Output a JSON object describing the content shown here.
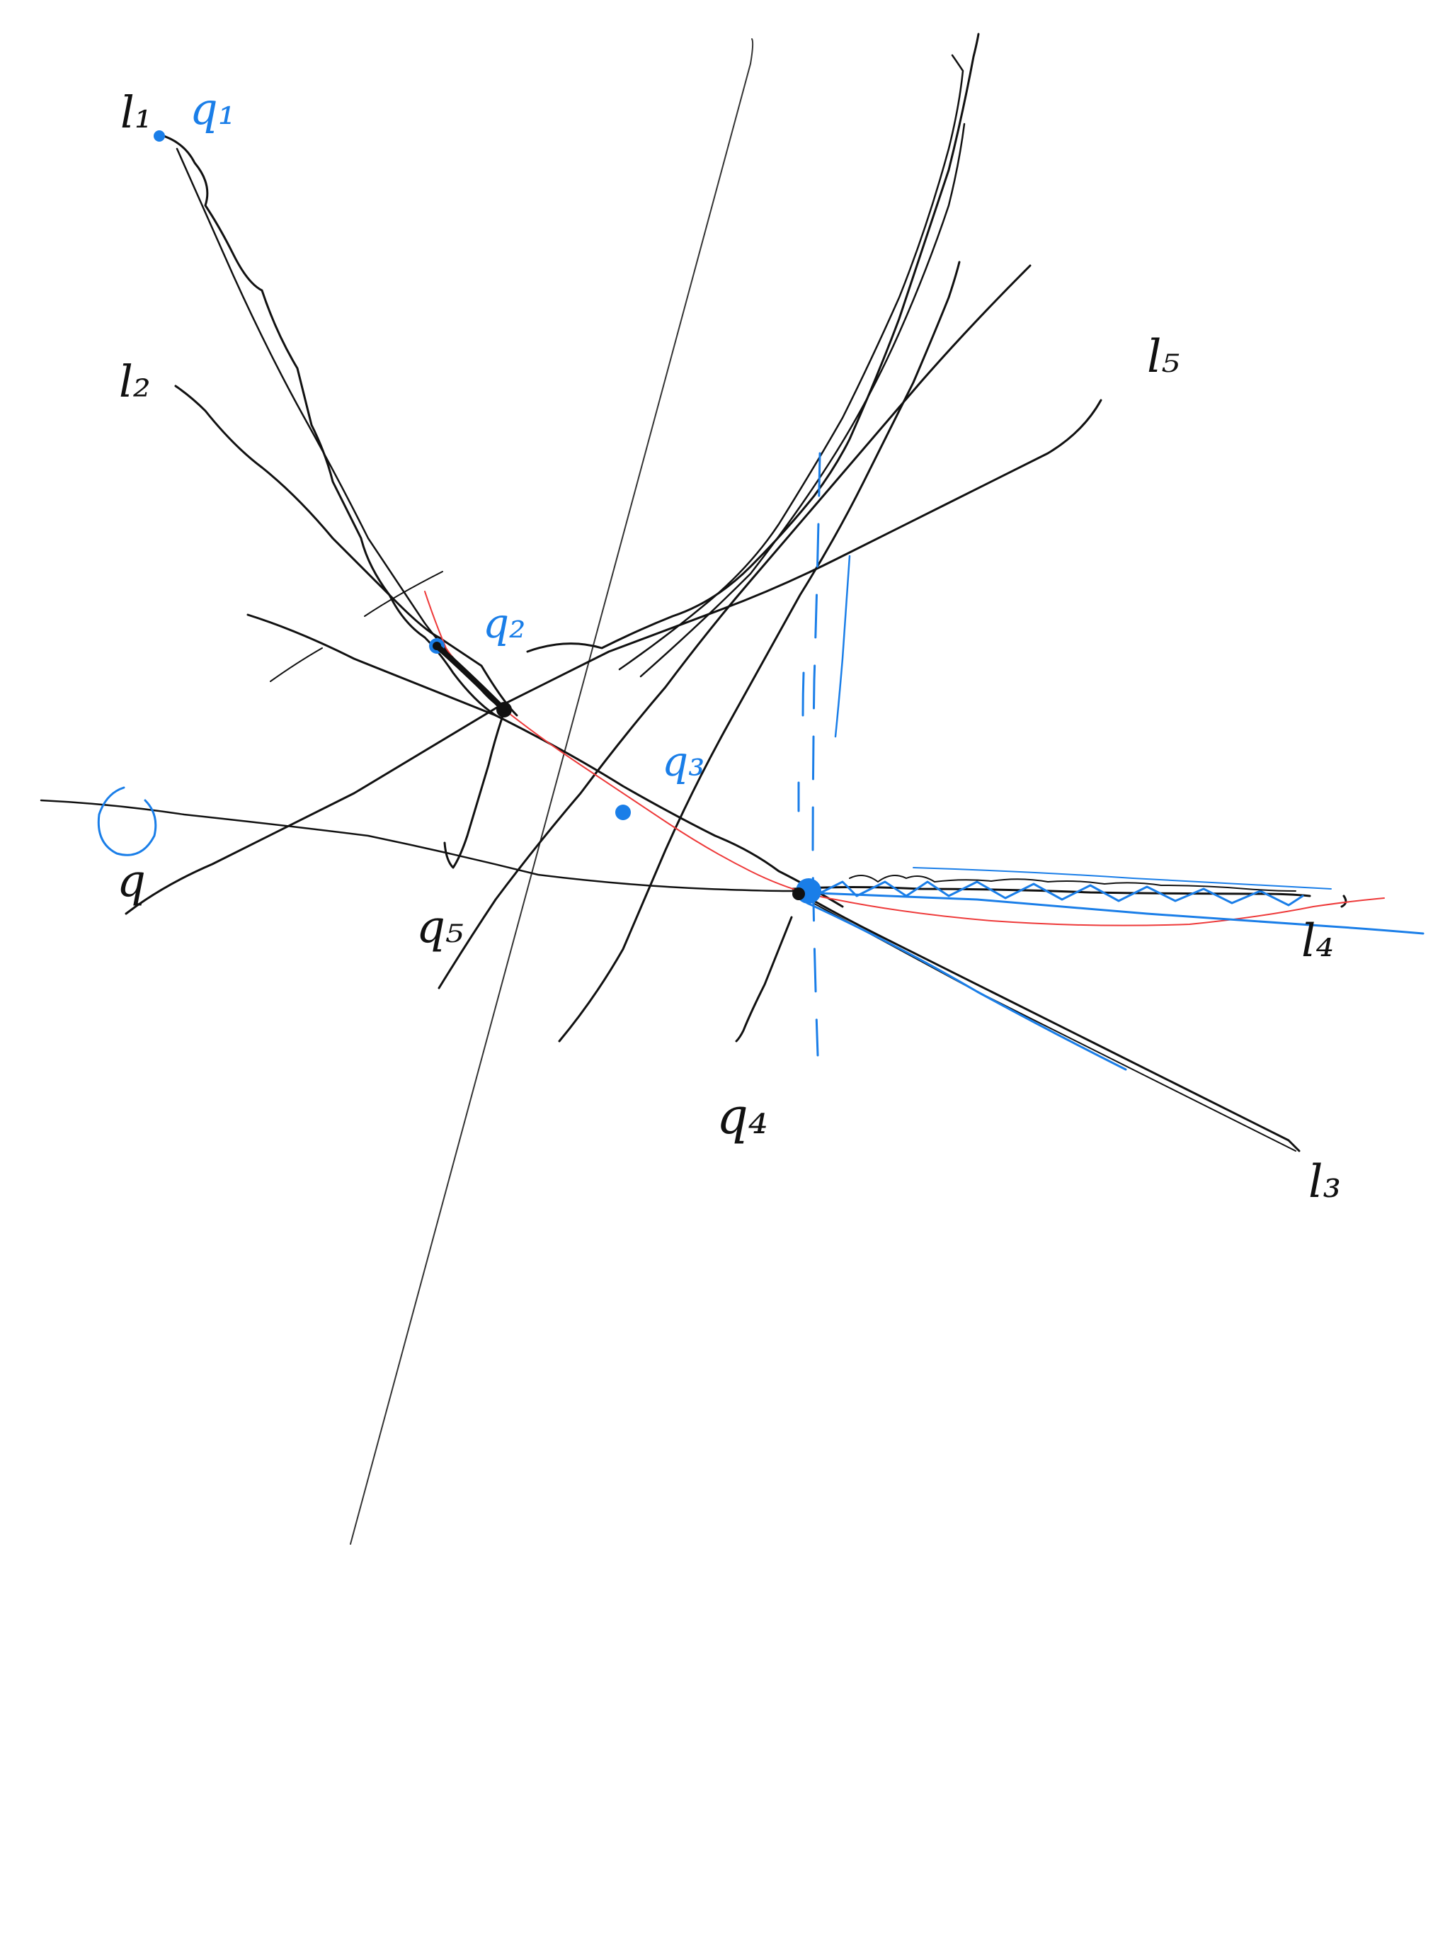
{
  "colors": {
    "black_ink": "#111111",
    "blue_ink": "#1a7ee8",
    "red_ink": "#ee3a3a",
    "background": "#ffffff"
  },
  "labels": {
    "l1": "l₁",
    "l2": "l₂",
    "l3": "l₃",
    "l4": "l₄",
    "l5": "l₅",
    "q1": "q₁",
    "q2": "q₂",
    "q3": "q₃",
    "q4": "q₄",
    "q5": "q₅",
    "q_left": "q"
  }
}
